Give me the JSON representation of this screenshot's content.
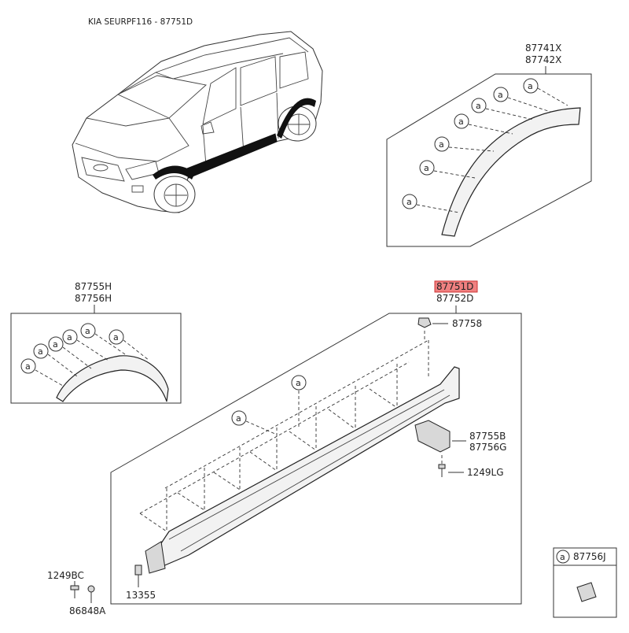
{
  "diagram": {
    "title": "KIA SEURPF116 - 87751D",
    "callout_letter": "a",
    "highlight_color": "#f08080",
    "boxes": {
      "wheel_arch_rear": {
        "label_1": "87741X",
        "label_2": "87742X"
      },
      "wheel_arch_front": {
        "label_1": "87755H",
        "label_2": "87756H"
      },
      "side_sill": {
        "label_1": "87751D",
        "label_2": "87752D",
        "label_1_highlighted": true
      },
      "clip_inset": {
        "label": "87756J"
      }
    },
    "parts": {
      "clip_top": "87758",
      "bracket_1": "87755B",
      "bracket_2": "87756G",
      "screw_right": "1249LG",
      "screw_left": "1249BC",
      "clip_left": "86848A",
      "nut": "13355"
    }
  }
}
